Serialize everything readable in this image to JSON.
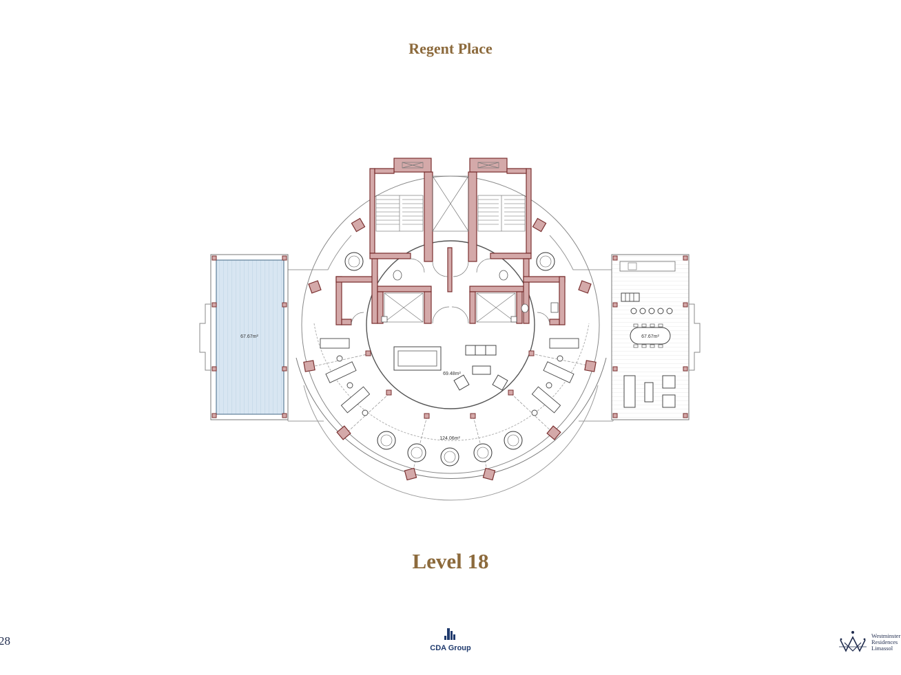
{
  "header": {
    "title": "Regent Place"
  },
  "footer": {
    "level": "Level 18",
    "page_number": "28",
    "cda_label": "CDA Group",
    "brand_lines": [
      "Westminster",
      "Residences",
      "Limassol"
    ]
  },
  "plan": {
    "areas": {
      "pool_deck": "67.67m²",
      "terrace": "67.67m²",
      "lounge": "69.48m²",
      "outer_ring": "124.06m²"
    }
  },
  "colors": {
    "accent": "#8c6a3c",
    "wall_fill": "#d4a9a9",
    "wall_stroke": "#7a3030",
    "pool": "#d8e6f2",
    "navy": "#1f2b4d"
  }
}
